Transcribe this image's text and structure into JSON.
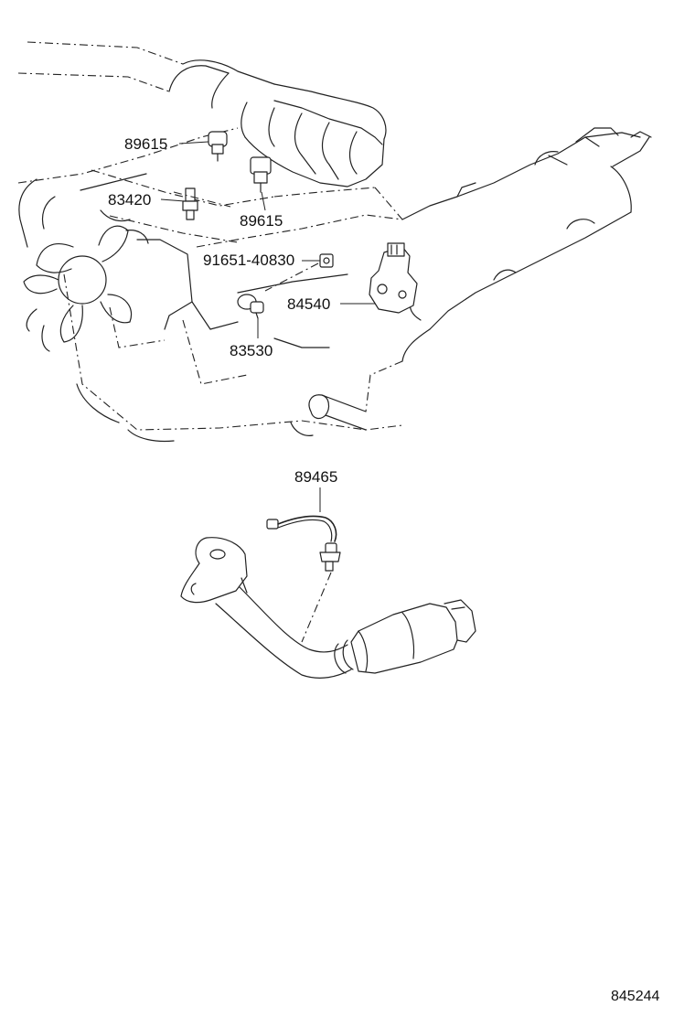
{
  "callouts": [
    {
      "id": "c1",
      "label": "89615"
    },
    {
      "id": "c2",
      "label": "83420"
    },
    {
      "id": "c3",
      "label": "89615"
    },
    {
      "id": "c4",
      "label": "91651-40830"
    },
    {
      "id": "c5",
      "label": "84540"
    },
    {
      "id": "c6",
      "label": "83530"
    },
    {
      "id": "c7",
      "label": "89465"
    }
  ],
  "figure_ref": "845244"
}
